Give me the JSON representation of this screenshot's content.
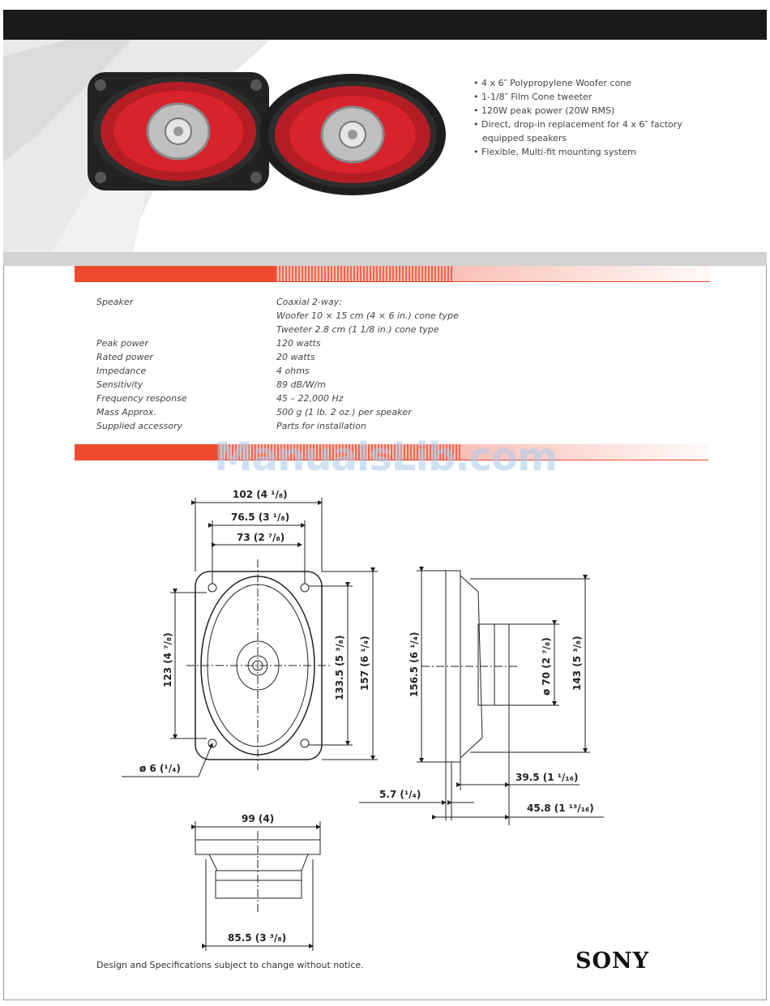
{
  "features": [
    "4 x 6″ Polypropylene Woofer cone",
    "1-1/8″ Film Cone tweeter",
    "120W peak power (20W RMS)",
    "Direct, drop-in replacement for 4 x 6″ factory equipped speakers",
    "Flexible, Multi-fit mounting system"
  ],
  "specs": [
    {
      "label": "Speaker",
      "value": "Coaxial 2-way:"
    },
    {
      "label": "",
      "value": "Woofer 10 × 15 cm (4 × 6 in.) cone type"
    },
    {
      "label": "",
      "value": "Tweeter 2.8 cm (1 1/8 in.) cone type"
    },
    {
      "label": "Peak power",
      "value": "120 watts"
    },
    {
      "label": "Rated power",
      "value": "20 watts"
    },
    {
      "label": "Impedance",
      "value": "4 ohms"
    },
    {
      "label": "Sensitivity",
      "value": "89 dB/W/m"
    },
    {
      "label": "Frequency response",
      "value": "45 – 22,000 Hz"
    },
    {
      "label": "Mass Approx.",
      "value": "500 g (1 lb. 2 oz.) per speaker"
    },
    {
      "label": "Supplied accessory",
      "value": "Parts for installation"
    }
  ],
  "watermark": "ManualsLib.com",
  "dimensions": {
    "d102": "102 (4 ¹/₈)",
    "d76": "76.5 (3 ¹/₈)",
    "d73": "73 (2 ⁷/₈)",
    "d123": "123 (4 ⁷/₈)",
    "d133": "133.5 (5 ³/₈)",
    "d157": "157 (6 ¹/₄)",
    "d156": "156.5 (6 ¹/₄)",
    "d70": "ø 70 (2 ⁷/₈)",
    "d143": "143 (5 ³/₈)",
    "d6": "ø 6 (¹/₄)",
    "d39": "39.5 (1 ¹/₁₆)",
    "d57": "5.7 (¹/₄)",
    "d45": "45.8 (1 ¹³/₁₆)",
    "d99": "99 (4)",
    "d85": "85.5 (3 ³/₈)"
  },
  "footer_note": "Design and Specifications subject to change without notice.",
  "brand": "SONY"
}
